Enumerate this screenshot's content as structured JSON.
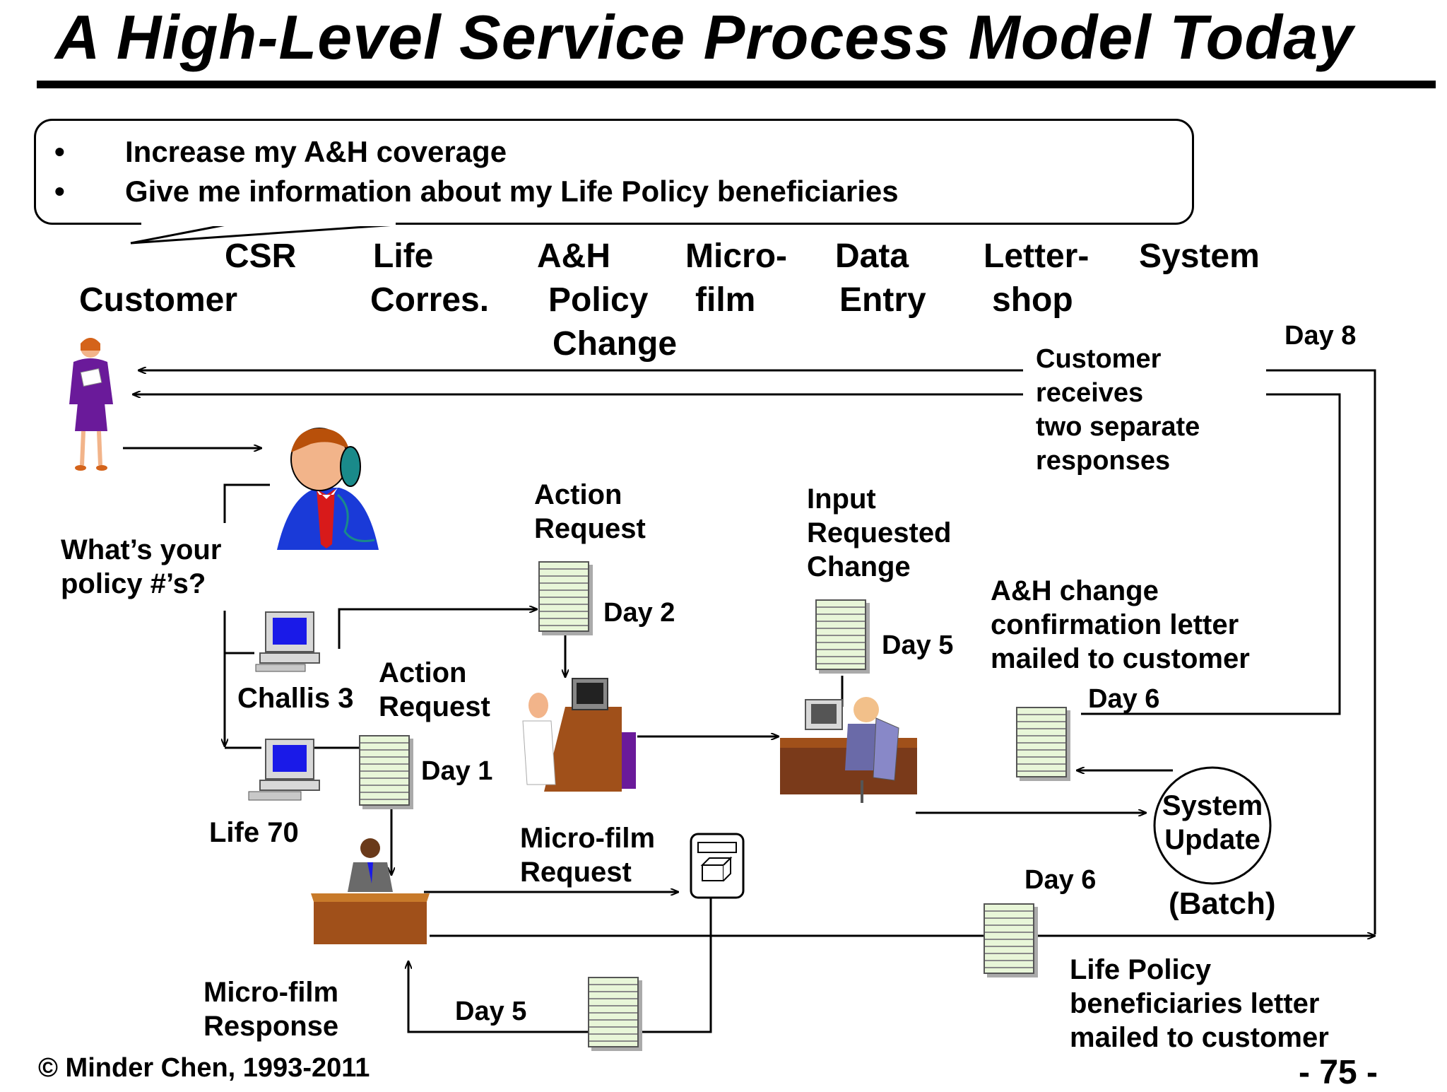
{
  "title": "A High-Level Service Process Model Today",
  "bubble": {
    "bullet": "•",
    "items": [
      "Increase my A&H coverage",
      "Give me information about my Life Policy beneficiaries"
    ]
  },
  "lanes": {
    "csr": "CSR",
    "customer": "Customer",
    "life_line1": "Life",
    "life_line2": "Corres.",
    "ah_line1": "A&H",
    "ah_line2": "Policy",
    "ah_line3": "Change",
    "micro_line1": "Micro-",
    "micro_line2": "film",
    "data_line1": "Data",
    "data_line2": "Entry",
    "letter_line1": "Letter-",
    "letter_line2": "shop",
    "system": "System"
  },
  "labels": {
    "whats_policy_1": "What’s your",
    "whats_policy_2": "policy  #’s?",
    "challis": "Challis 3",
    "life70": "Life 70",
    "action_request_top_1": "Action",
    "action_request_top_2": "Request",
    "action_request_mid_1": "Action",
    "action_request_mid_2": "Request",
    "input_change_1": "Input",
    "input_change_2": "Requested",
    "input_change_3": "Change",
    "ah_letter_1": "A&H change",
    "ah_letter_2": "confirmation letter",
    "ah_letter_3": "mailed to customer",
    "customer_receives_1": "Customer",
    "customer_receives_2": "receives",
    "customer_receives_3": "two  separate",
    "customer_receives_4": "responses",
    "microfilm_request_1": "Micro-film",
    "microfilm_request_2": "Request",
    "microfilm_response_1": "Micro-film",
    "microfilm_response_2": "Response",
    "system_update_1": "System",
    "system_update_2": "Update",
    "batch": "(Batch)",
    "life_letter_1": "Life Policy",
    "life_letter_2": "beneficiaries letter",
    "life_letter_3": "mailed to customer"
  },
  "days": {
    "day8": "Day 8",
    "day2": "Day 2",
    "day1": "Day 1",
    "day5_input": "Day 5",
    "day6_ah": "Day 6",
    "day6_life": "Day 6",
    "day5_micro": "Day 5"
  },
  "footer": {
    "copyright": "© Minder Chen, 1993-2011",
    "page": "- 75 -"
  },
  "colors": {
    "customer_suit": "#6a1a9a",
    "csr_suit": "#1a3ad8",
    "csr_tie": "#d81a1a",
    "desk": "#a0501a",
    "doc_stripe": "#e8f6d8",
    "monitor_screen": "#1a1ae8"
  }
}
